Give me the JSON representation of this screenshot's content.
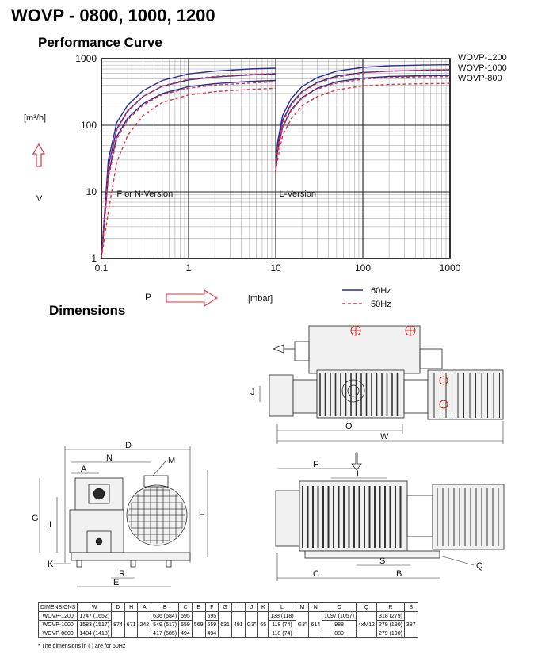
{
  "header": {
    "title": "WOVP - 0800, 1000, 1200",
    "subtitle": "Performance Curve",
    "dims_title": "Dimensions"
  },
  "chart_data": {
    "type": "line",
    "x_scale": "log",
    "y_scale": "log",
    "xlim": [
      0.1,
      1000
    ],
    "ylim": [
      1,
      1000
    ],
    "x_ticks": [
      "0.1",
      "1",
      "10",
      "100",
      "1000"
    ],
    "y_ticks": [
      "1",
      "10",
      "100",
      "1000"
    ],
    "xlabel": "P",
    "xunit": "[mbar]",
    "ylabel": "V",
    "yunit": "[m³/h]",
    "annotations": [
      "F or N-Version",
      "L-Version"
    ],
    "curve_labels": [
      "WOVP-1200",
      "WOVP-1000",
      "WOVP-800"
    ],
    "legend": [
      {
        "label": "60Hz",
        "color": "#2b2b9a",
        "style": "solid"
      },
      {
        "label": "50Hz",
        "color": "#dd3344",
        "style": "dashed"
      }
    ],
    "series": [
      {
        "name": "WOVP-1200",
        "version": "F or N-Version",
        "freq": "60Hz",
        "x": [
          0.1,
          0.12,
          0.15,
          0.2,
          0.3,
          0.5,
          1,
          2,
          5,
          10
        ],
        "y": [
          1,
          30,
          110,
          200,
          330,
          470,
          590,
          650,
          700,
          720
        ]
      },
      {
        "name": "WOVP-1000",
        "version": "F or N-Version",
        "freq": "60Hz",
        "x": [
          0.1,
          0.12,
          0.15,
          0.2,
          0.3,
          0.5,
          1,
          2,
          5,
          10
        ],
        "y": [
          1,
          24,
          88,
          165,
          270,
          385,
          480,
          530,
          570,
          590
        ]
      },
      {
        "name": "WOVP-800",
        "version": "F or N-Version",
        "freq": "60Hz",
        "x": [
          0.1,
          0.12,
          0.15,
          0.2,
          0.3,
          0.5,
          1,
          2,
          5,
          10
        ],
        "y": [
          1,
          18,
          68,
          128,
          210,
          300,
          380,
          420,
          455,
          470
        ]
      },
      {
        "name": "WOVP-1200",
        "version": "F or N-Version",
        "freq": "50Hz",
        "x": [
          0.1,
          0.12,
          0.15,
          0.2,
          0.3,
          0.5,
          1,
          2,
          5,
          10
        ],
        "y": [
          1,
          22,
          85,
          160,
          270,
          390,
          490,
          540,
          580,
          600
        ]
      },
      {
        "name": "WOVP-1000",
        "version": "F or N-Version",
        "freq": "50Hz",
        "x": [
          0.1,
          0.12,
          0.15,
          0.2,
          0.3,
          0.5,
          1,
          2,
          5,
          10
        ],
        "y": [
          1,
          16,
          62,
          120,
          200,
          290,
          360,
          400,
          430,
          450
        ]
      },
      {
        "name": "WOVP-800",
        "version": "F or N-Version",
        "freq": "50Hz",
        "x": [
          0.1,
          0.12,
          0.15,
          0.2,
          0.3,
          0.5,
          1,
          2,
          5,
          10
        ],
        "y": [
          1,
          5,
          28,
          70,
          140,
          220,
          285,
          320,
          345,
          360
        ]
      },
      {
        "name": "WOVP-1200",
        "version": "L-Version",
        "freq": "60Hz",
        "x": [
          10,
          10.5,
          12,
          15,
          20,
          30,
          50,
          100,
          200,
          500,
          1000
        ],
        "y": [
          20,
          55,
          140,
          250,
          380,
          520,
          650,
          740,
          780,
          800,
          810
        ]
      },
      {
        "name": "WOVP-1000",
        "version": "L-Version",
        "freq": "60Hz",
        "x": [
          10,
          10.5,
          12,
          15,
          20,
          30,
          50,
          100,
          200,
          500,
          1000
        ],
        "y": [
          20,
          48,
          118,
          210,
          320,
          440,
          550,
          620,
          650,
          670,
          680
        ]
      },
      {
        "name": "WOVP-800",
        "version": "L-Version",
        "freq": "60Hz",
        "x": [
          10,
          10.5,
          12,
          15,
          20,
          30,
          50,
          100,
          200,
          500,
          1000
        ],
        "y": [
          20,
          40,
          95,
          170,
          260,
          360,
          450,
          510,
          540,
          555,
          560
        ]
      },
      {
        "name": "WOVP-1200",
        "version": "L-Version",
        "freq": "50Hz",
        "x": [
          10,
          10.5,
          12,
          15,
          20,
          30,
          50,
          100,
          200,
          500,
          1000
        ],
        "y": [
          20,
          44,
          110,
          200,
          310,
          430,
          530,
          610,
          650,
          670,
          680
        ]
      },
      {
        "name": "WOVP-1000",
        "version": "L-Version",
        "freq": "50Hz",
        "x": [
          10,
          10.5,
          12,
          15,
          20,
          30,
          50,
          100,
          200,
          500,
          1000
        ],
        "y": [
          20,
          38,
          92,
          165,
          255,
          350,
          430,
          490,
          520,
          535,
          540
        ]
      },
      {
        "name": "WOVP-800",
        "version": "L-Version",
        "freq": "50Hz",
        "x": [
          10,
          10.5,
          12,
          15,
          20,
          30,
          50,
          100,
          200,
          500,
          1000
        ],
        "y": [
          20,
          30,
          70,
          125,
          195,
          270,
          340,
          390,
          410,
          420,
          425
        ]
      }
    ]
  },
  "drawing_labels": {
    "top_view": [
      "O",
      "W",
      "J"
    ],
    "side_view": [
      "D",
      "N",
      "A",
      "M",
      "G",
      "I",
      "H",
      "K",
      "R",
      "E"
    ],
    "front_view": [
      "F",
      "L",
      "C",
      "S",
      "B",
      "Q"
    ]
  },
  "table": {
    "headers": [
      "DIMENSIONS",
      "W",
      "D",
      "H",
      "A",
      "B",
      "C",
      "E",
      "F",
      "G",
      "I",
      "J",
      "K",
      "L",
      "M",
      "N",
      "O",
      "Q",
      "R",
      "S"
    ],
    "row_labels": [
      "WOVP-1200",
      "WOVP-1000",
      "WOVP-0800"
    ],
    "per_row": {
      "W": [
        "1747 (1652)",
        "1583 (1517)",
        "1484 (1418)"
      ],
      "B": [
        "636 (584)",
        "549 (617)",
        "417 (585)"
      ],
      "C": [
        "595",
        "559",
        "494"
      ],
      "F": [
        "595",
        "559",
        "494"
      ],
      "L": [
        "138 (118)",
        "118 (74)",
        "118 (74)"
      ],
      "O": [
        "1097 (1057)",
        "988",
        "889"
      ],
      "R": [
        "318 (279)",
        "279 (190)",
        "279 (190)"
      ]
    },
    "shared": {
      "D": "874",
      "H": "671",
      "A": "242",
      "E": "569",
      "G": "631",
      "I": "491",
      "J": "G3\"",
      "K": "65",
      "M": "G3\"",
      "N": "614",
      "Q": "4xM12",
      "S": "387"
    },
    "footnote": "* The dimensions in ( ) are for 50Hz"
  }
}
